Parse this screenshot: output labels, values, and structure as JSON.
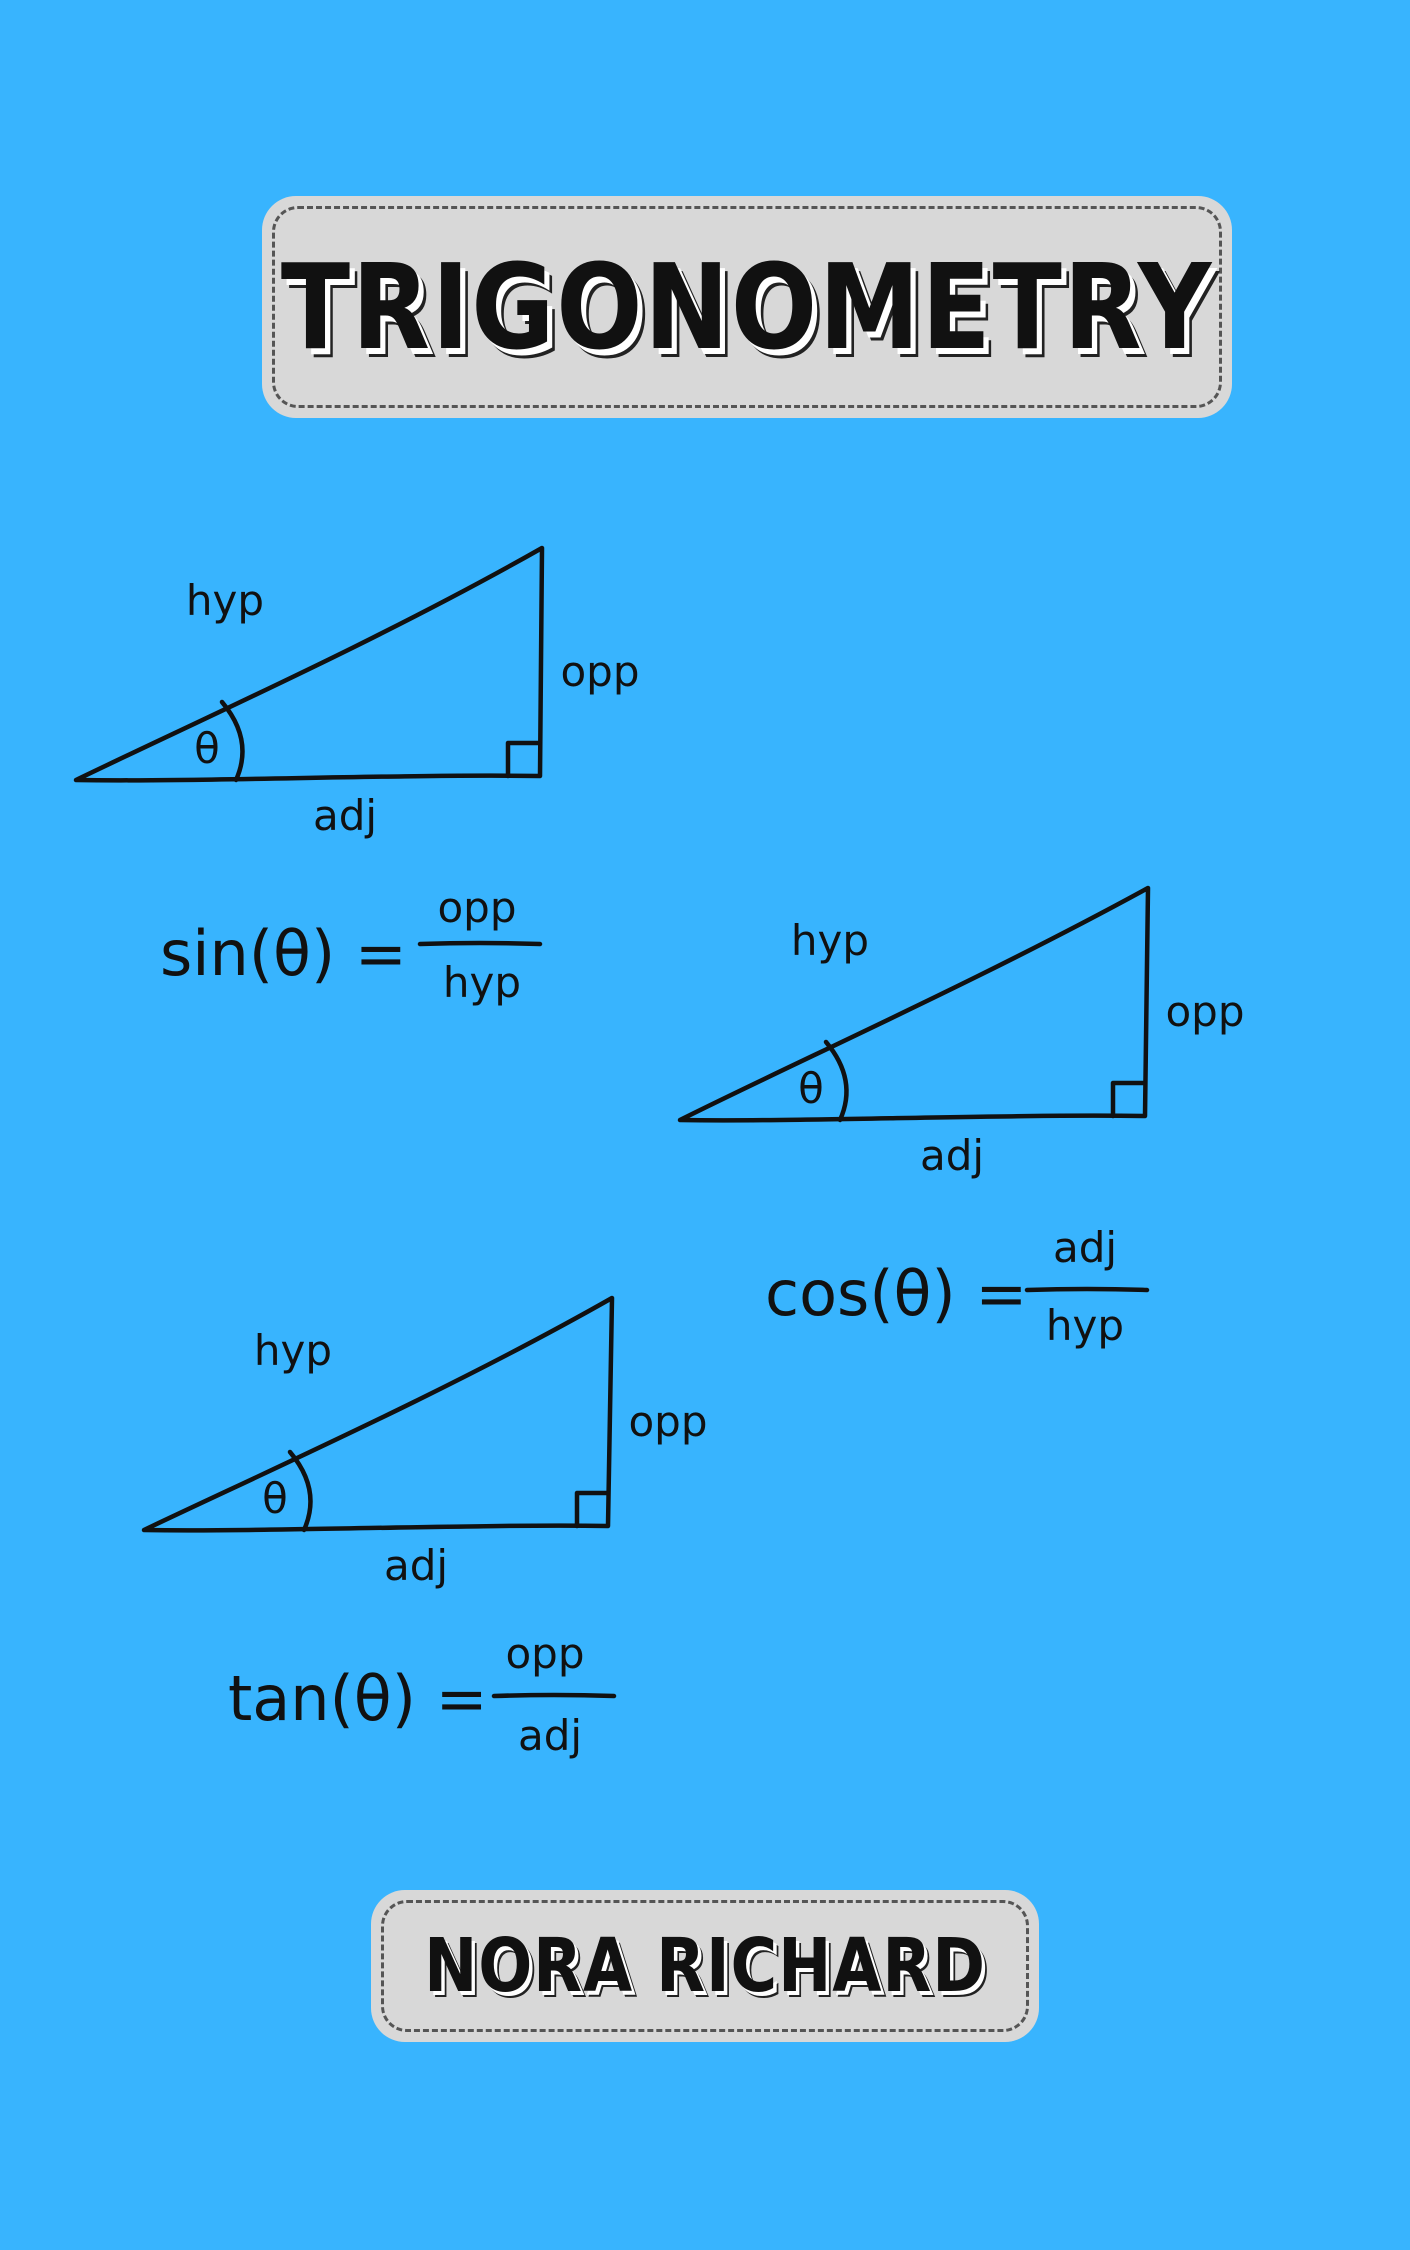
{
  "cover": {
    "title": "TRIGONOMETRY",
    "author": "NORA RICHARD",
    "background_color": "#38b4fe",
    "tag_color": "#d8d8d8"
  },
  "diagrams": [
    {
      "hyp": "hyp",
      "opp": "opp",
      "adj": "adj",
      "angle": "θ",
      "formula_lhs": "sin(θ) =",
      "numerator": "opp",
      "denominator": "hyp"
    },
    {
      "hyp": "hyp",
      "opp": "opp",
      "adj": "adj",
      "angle": "θ",
      "formula_lhs": "cos(θ) =",
      "numerator": "adj",
      "denominator": "hyp"
    },
    {
      "hyp": "hyp",
      "opp": "opp",
      "adj": "adj",
      "angle": "θ",
      "formula_lhs": "tan(θ) =",
      "numerator": "opp",
      "denominator": "adj"
    }
  ]
}
